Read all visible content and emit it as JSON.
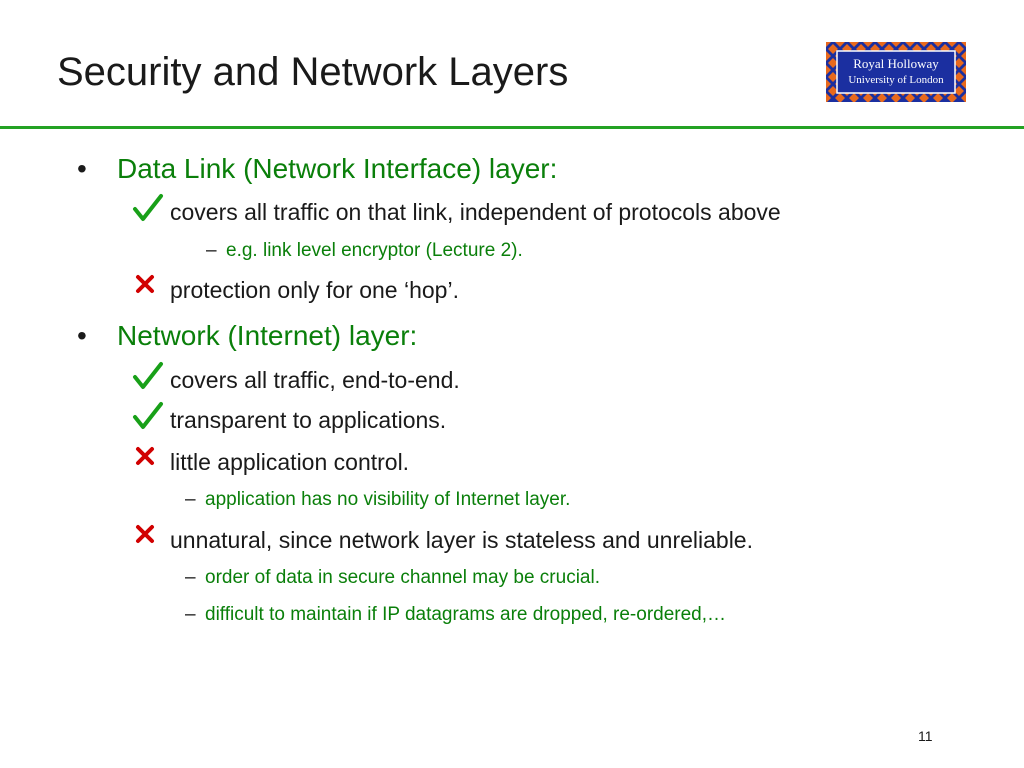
{
  "title": "Security and Network Layers",
  "logo": {
    "line1": "Royal Holloway",
    "line2": "University of London",
    "colors": {
      "orange": "#e8691d",
      "blue": "#1b2fa0",
      "frame": "#ffffff"
    }
  },
  "accent_color": "#23a223",
  "sections": [
    {
      "heading": "Data Link (Network Interface) layer:",
      "points": [
        {
          "icon": "check-icon",
          "text": "covers all traffic on that link, independent of protocols above",
          "subpoints": [
            "e.g. link level encryptor (Lecture 2)."
          ]
        },
        {
          "icon": "cross-icon",
          "text": "protection only for one ‘hop’.",
          "subpoints": []
        }
      ]
    },
    {
      "heading": "Network (Internet) layer:",
      "points": [
        {
          "icon": "check-icon",
          "text": "covers all traffic, end-to-end.",
          "subpoints": []
        },
        {
          "icon": "check-icon",
          "text": "transparent to applications.",
          "subpoints": []
        },
        {
          "icon": "cross-icon",
          "text": "little application control.",
          "subpoints": [
            "application has no visibility of Internet layer."
          ]
        },
        {
          "icon": "cross-icon",
          "text": "unnatural, since network layer is stateless and unreliable.",
          "subpoints": [
            "order of data in secure channel may be crucial.",
            "difficult to maintain if IP datagrams are dropped, re-ordered,…"
          ]
        }
      ]
    }
  ],
  "page_number": "11"
}
